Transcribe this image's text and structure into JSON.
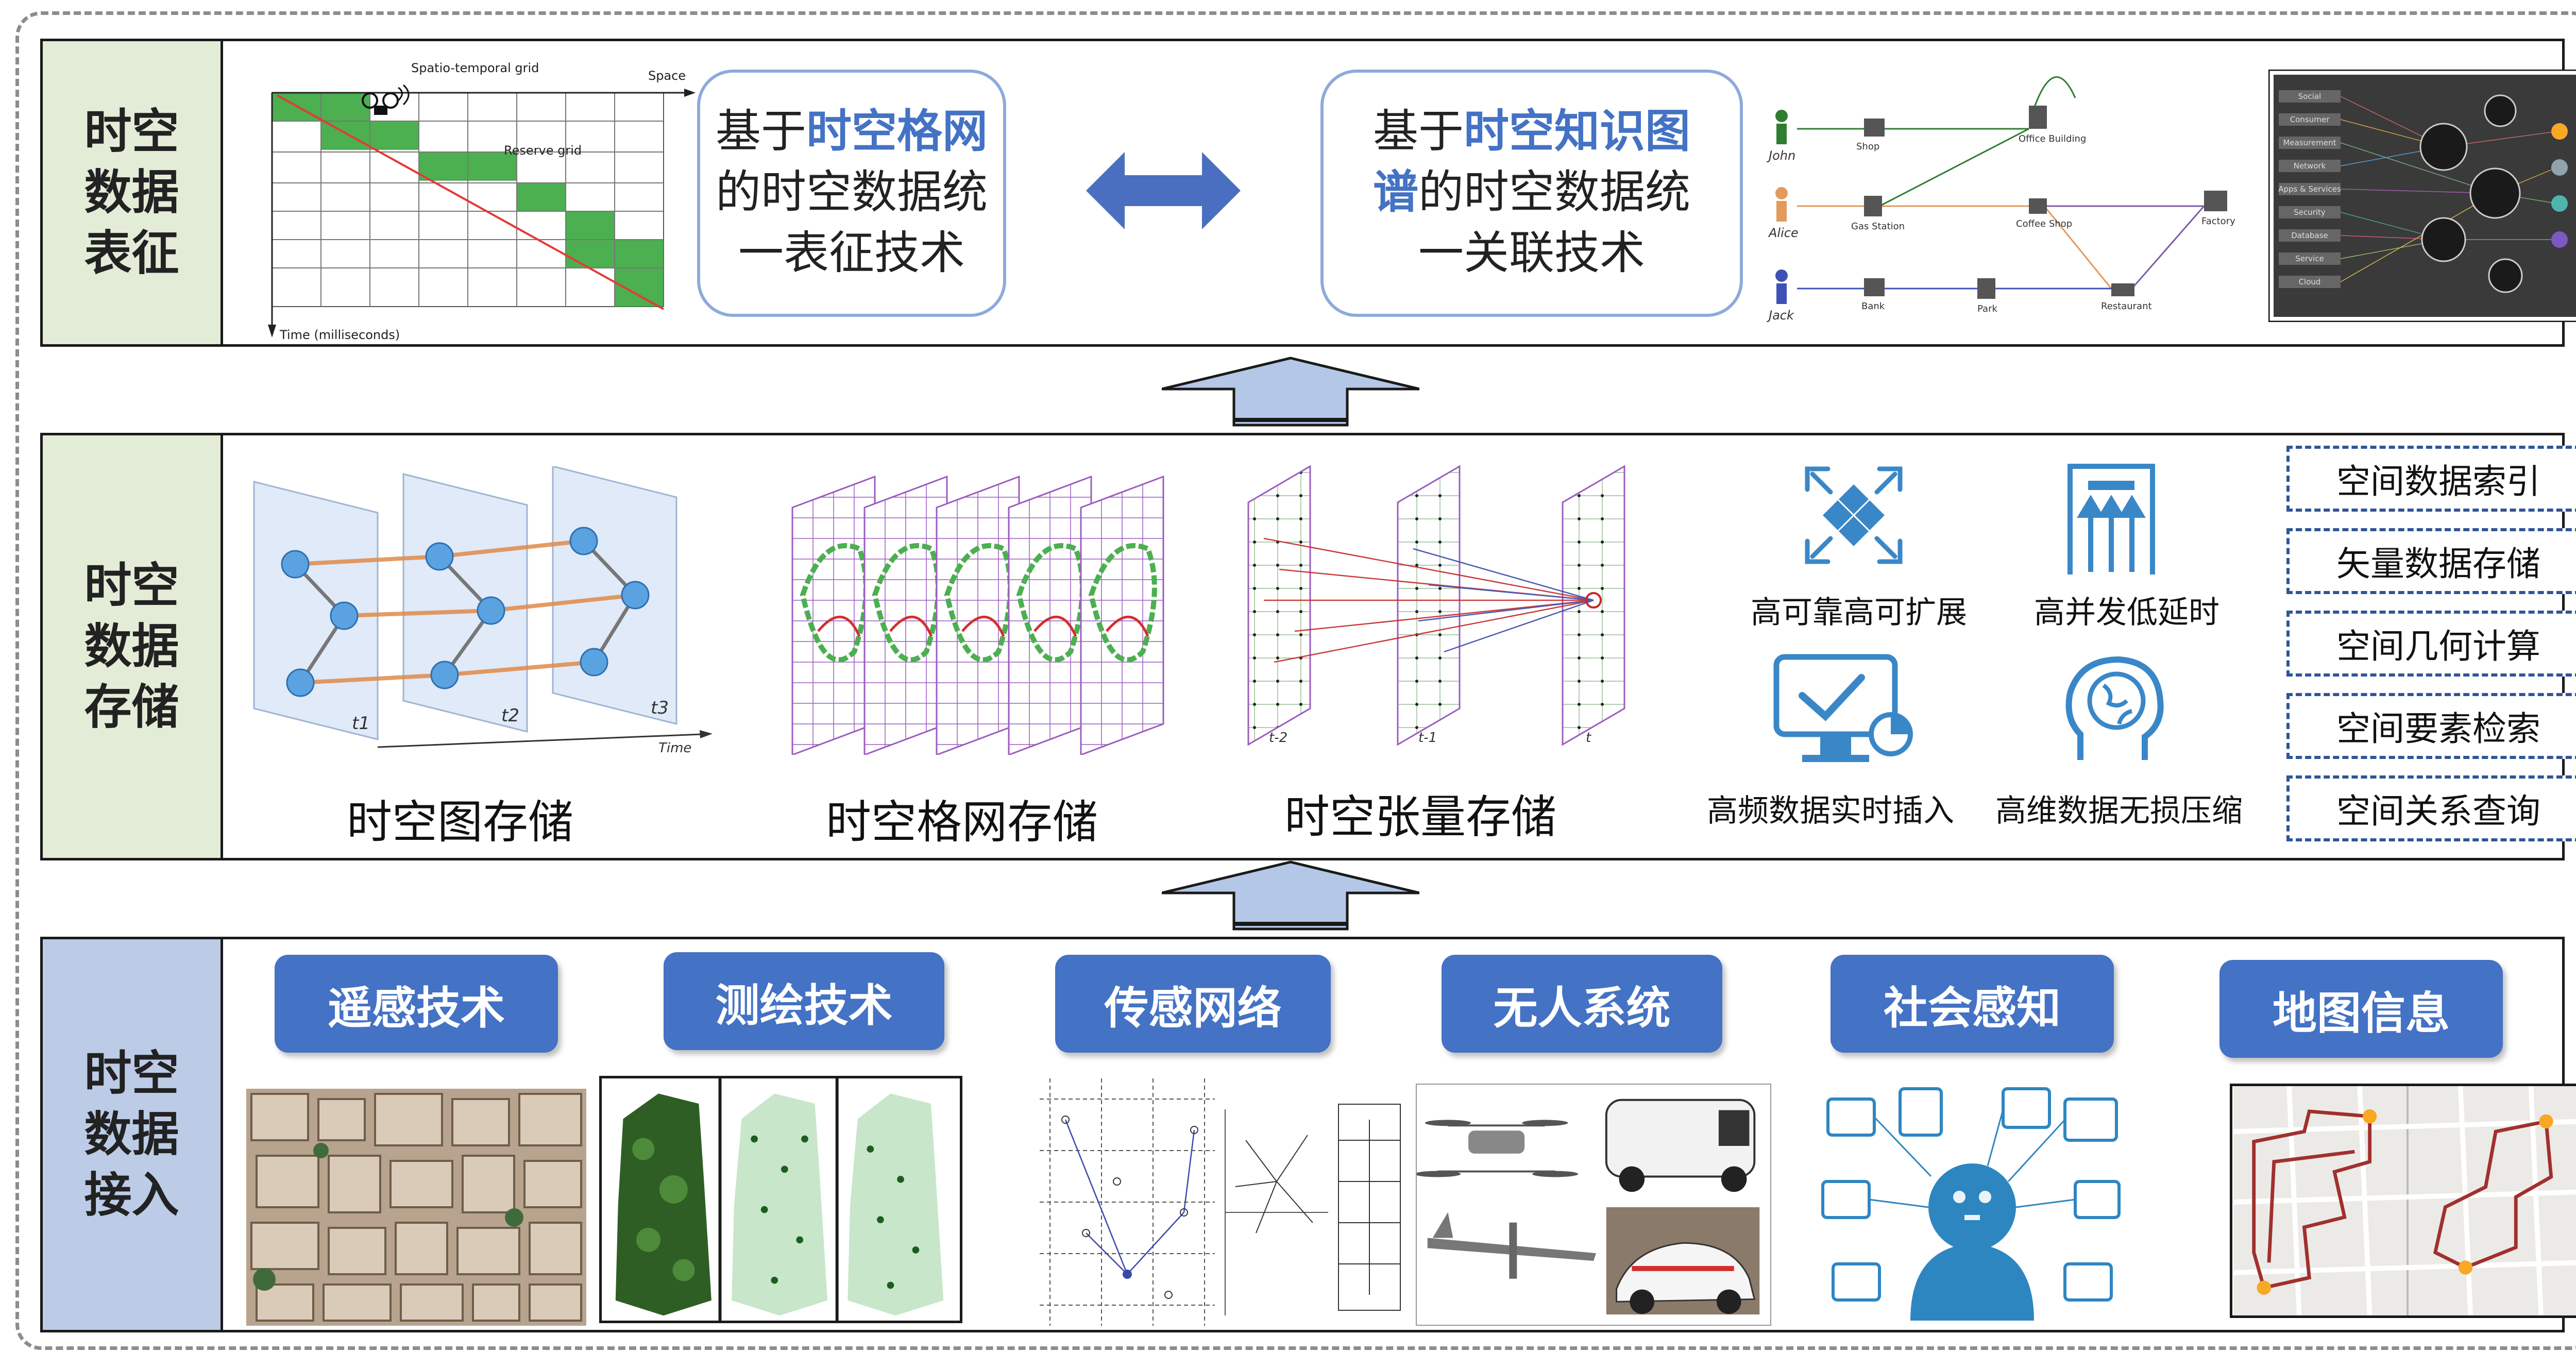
{
  "bands": {
    "representation": {
      "label": [
        "时空",
        "数据",
        "表征"
      ],
      "grid_figure": {
        "title": "Spatio-temporal grid",
        "space_label": "Space",
        "reserve_label": "Reserve grid",
        "time_label": "Time (milliseconds)"
      },
      "box_left": {
        "line1_prefix": "基于",
        "line1_highlight": "时空格网",
        "line2": "的时空数据统",
        "line3": "一表征技术"
      },
      "box_right": {
        "line1_prefix": "基于",
        "line1_highlight": "时空知识图",
        "line2_highlight": "谱",
        "line2_rest": "的时空数据统",
        "line3": "一关联技术"
      },
      "kg_figure": {
        "people": [
          "John",
          "Alice",
          "Jack"
        ],
        "places": [
          "Shop",
          "Office Building",
          "Gas Station",
          "Coffee Shop",
          "Factory",
          "Bank",
          "Park",
          "Restaurant"
        ]
      },
      "network_figure": {
        "labels": [
          "Social",
          "Consumer",
          "Measurement",
          "Network",
          "Apps & Services",
          "Security",
          "Database",
          "Service",
          "Cloud"
        ]
      }
    },
    "storage": {
      "label": [
        "时空",
        "数据",
        "存储"
      ],
      "graph_storage": {
        "caption": "时空图存储",
        "t1": "t1",
        "t2": "t2",
        "t3": "t3",
        "time": "Time"
      },
      "grid_storage": {
        "caption": "时空格网存储"
      },
      "tensor_storage": {
        "caption": "时空张量存储",
        "frames": [
          "t-2",
          "t-1",
          "t"
        ]
      },
      "features": [
        {
          "label": "高可靠高可扩展",
          "icon": "expand-icon"
        },
        {
          "label": "高并发低延时",
          "icon": "concurrency-icon"
        },
        {
          "label": "高频数据实时插入",
          "icon": "monitor-check-icon"
        },
        {
          "label": "高维数据无损压缩",
          "icon": "brain-globe-icon"
        }
      ],
      "ops": [
        "空间数据索引",
        "矢量数据存储",
        "空间几何计算",
        "空间要素检索",
        "空间关系查询"
      ]
    },
    "access": {
      "label": [
        "时空",
        "数据",
        "接入"
      ],
      "sources": [
        {
          "label": "遥感技术"
        },
        {
          "label": "测绘技术"
        },
        {
          "label": "传感网络"
        },
        {
          "label": "无人系统"
        },
        {
          "label": "社会感知"
        },
        {
          "label": "地图信息"
        }
      ]
    }
  },
  "colors": {
    "accent_blue": "#4472c4",
    "box_border": "#8eaadb",
    "label_green": "#e3ecd7",
    "label_blue": "#bccbe6",
    "grid_green": "#3a9a3a",
    "arrow_fill": "#b4c7e7",
    "orange_edge": "#e39a5c"
  }
}
